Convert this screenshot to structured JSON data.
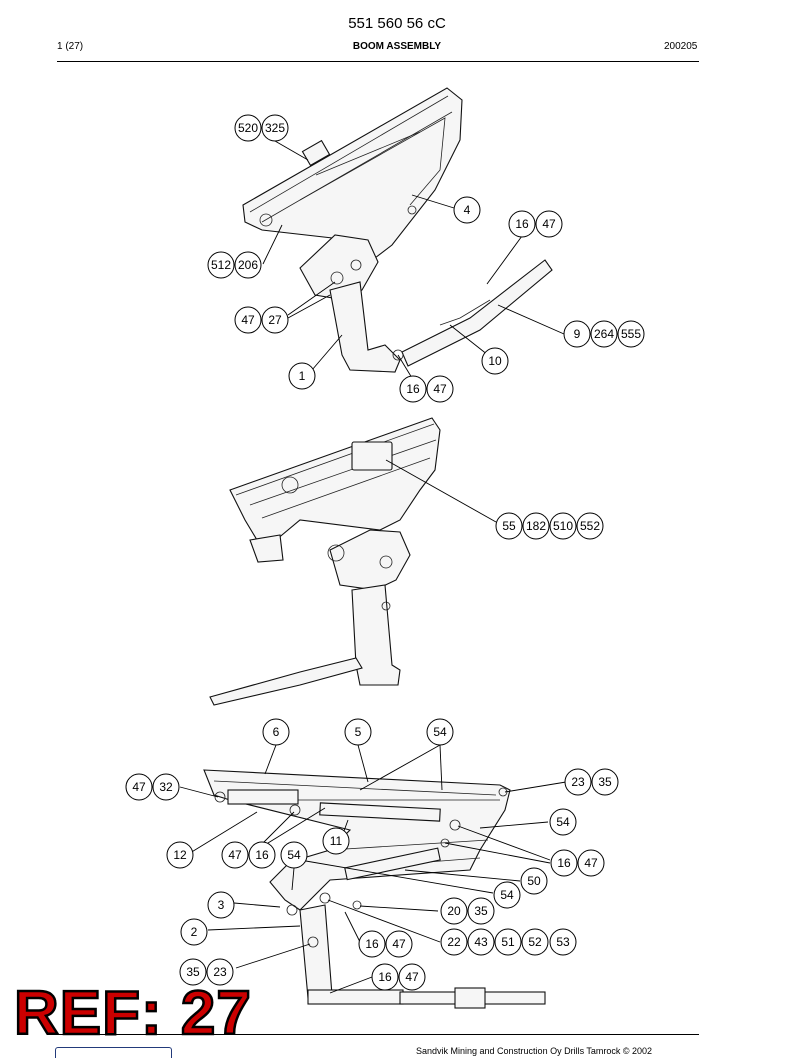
{
  "header": {
    "doc_number": "551 560 56 cC",
    "page_ref": "1 (27)",
    "title": "BOOM ASSEMBLY",
    "date": "200205"
  },
  "footer": {
    "copyright": "Sandvik Mining and Construction Oy Drills Tamrock © 2002"
  },
  "stamp": {
    "text": "REF: 27",
    "color": "#cc0000"
  },
  "callouts": {
    "top": [
      "520",
      "325",
      "4",
      "16",
      "47",
      "512",
      "206",
      "47",
      "27",
      "9",
      "264",
      "555",
      "10",
      "1",
      "16",
      "47"
    ],
    "middle": [
      "55",
      "182",
      "510",
      "552"
    ],
    "bottom": [
      "6",
      "5",
      "54",
      "23",
      "35",
      "47",
      "32",
      "54",
      "11",
      "12",
      "47",
      "16",
      "54",
      "16",
      "47",
      "50",
      "54",
      "3",
      "20",
      "35",
      "2",
      "16",
      "47",
      "22",
      "43",
      "51",
      "52",
      "53",
      "35",
      "23",
      "16",
      "47"
    ]
  }
}
